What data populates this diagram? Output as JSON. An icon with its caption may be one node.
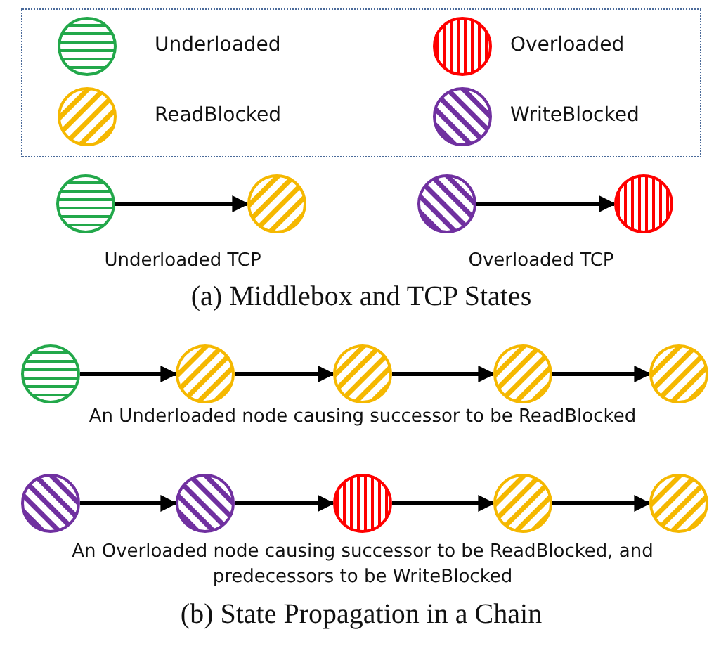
{
  "diagram": {
    "nodes": [
      {
        "text": [],
        "shape": "circle"
      },
      {
        "text": [],
        "shape": "circle"
      },
      {
        "text": [],
        "shape": "circle"
      },
      {
        "text": [],
        "shape": "circle"
      },
      {
        "text": [],
        "shape": "circle"
      },
      {
        "text": [],
        "shape": "circle"
      },
      {
        "text": [],
        "shape": "circle"
      },
      {
        "text": [],
        "shape": "circle"
      },
      {
        "text": [],
        "shape": "circle"
      },
      {
        "text": [],
        "shape": "circle"
      },
      {
        "text": [],
        "shape": "circle"
      },
      {
        "text": [],
        "shape": "circle"
      },
      {
        "text": [],
        "shape": "circle"
      },
      {
        "text": [],
        "shape": "circle"
      }
    ],
    "edges": [
      {
        "from": 0,
        "to": 1,
        "arrow": "to"
      },
      {
        "from": 2,
        "to": 3,
        "arrow": "to"
      },
      {
        "from": 4,
        "to": 5,
        "arrow": "to"
      },
      {
        "from": 5,
        "to": 6,
        "arrow": "to"
      },
      {
        "from": 6,
        "to": 7,
        "arrow": "to"
      },
      {
        "from": 7,
        "to": 8,
        "arrow": "to"
      },
      {
        "from": 9,
        "to": 10,
        "arrow": "to"
      },
      {
        "from": 10,
        "to": 11,
        "arrow": "to"
      },
      {
        "from": 11,
        "to": 12,
        "arrow": "to"
      },
      {
        "from": 12,
        "to": 13,
        "arrow": "to"
      }
    ],
    "labels": [
      "Underloaded TCP",
      "Overloaded TCP",
      "(a) Middlebox and TCP States",
      "An Underloaded node causing successor to be ReadBlocked",
      "An Overloaded node causing successor to be ReadBlocked, and predecessors to be WriteBlocked",
      "(b) State Propagation in a Chain"
    ],
    "legend": [
      {
        "text": "Underloaded"
      },
      {
        "text": "Overloaded"
      },
      {
        "text": "ReadBlocked"
      },
      {
        "text": "WriteBlocked"
      }
    ]
  }
}
